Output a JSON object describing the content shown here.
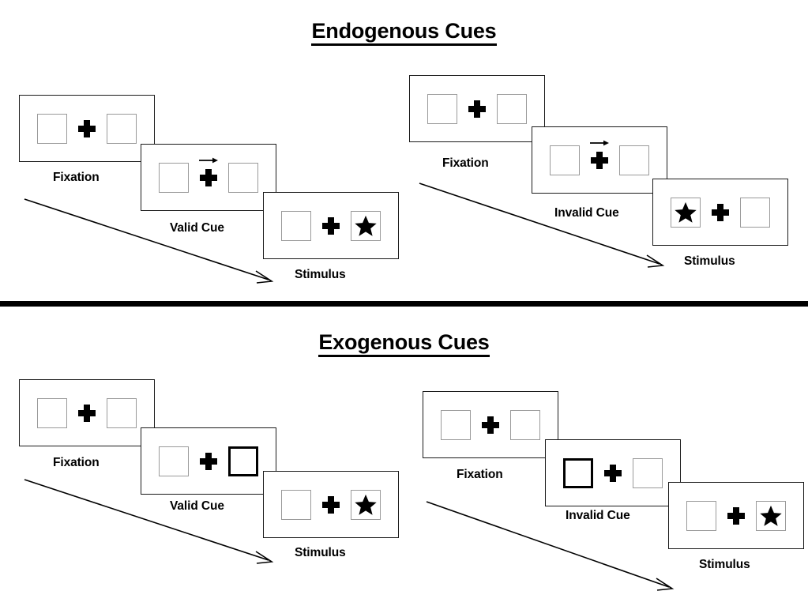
{
  "figure": {
    "divider_color": "#000000",
    "box_border_color": "#9a9a9a",
    "cued_box_border_color": "#000000",
    "fixation_color": "#000000",
    "star_color": "#000000"
  },
  "sections": [
    {
      "id": "endogenous",
      "title": "Endogenous Cues",
      "sequences": [
        {
          "id": "endogenous-valid",
          "frames": [
            {
              "caption": "Fixation",
              "left": "empty",
              "right": "empty",
              "arrow_cue": false
            },
            {
              "caption": "Valid Cue",
              "left": "empty",
              "right": "empty",
              "arrow_cue": true
            },
            {
              "caption": "Stimulus",
              "left": "empty",
              "right": "star",
              "arrow_cue": false
            }
          ]
        },
        {
          "id": "endogenous-invalid",
          "frames": [
            {
              "caption": "Fixation",
              "left": "empty",
              "right": "empty",
              "arrow_cue": false
            },
            {
              "caption": "Invalid Cue",
              "left": "empty",
              "right": "empty",
              "arrow_cue": true
            },
            {
              "caption": "Stimulus",
              "left": "star",
              "right": "empty",
              "arrow_cue": false
            }
          ]
        }
      ]
    },
    {
      "id": "exogenous",
      "title": "Exogenous Cues",
      "sequences": [
        {
          "id": "exogenous-valid",
          "frames": [
            {
              "caption": "Fixation",
              "left": "empty",
              "right": "empty",
              "arrow_cue": false
            },
            {
              "caption": "Valid Cue",
              "left": "empty",
              "right": "cued",
              "arrow_cue": false
            },
            {
              "caption": "Stimulus",
              "left": "empty",
              "right": "star",
              "arrow_cue": false
            }
          ]
        },
        {
          "id": "exogenous-invalid",
          "frames": [
            {
              "caption": "Fixation",
              "left": "empty",
              "right": "empty",
              "arrow_cue": false
            },
            {
              "caption": "Invalid Cue",
              "left": "cued",
              "right": "empty",
              "arrow_cue": false
            },
            {
              "caption": "Stimulus",
              "left": "empty",
              "right": "star",
              "arrow_cue": false
            }
          ]
        }
      ]
    }
  ],
  "labels": {
    "endogenous_title": "Endogenous Cues",
    "exogenous_title": "Exogenous Cues",
    "fixation": "Fixation",
    "valid_cue": "Valid Cue",
    "invalid_cue": "Invalid Cue",
    "stimulus": "Stimulus"
  }
}
